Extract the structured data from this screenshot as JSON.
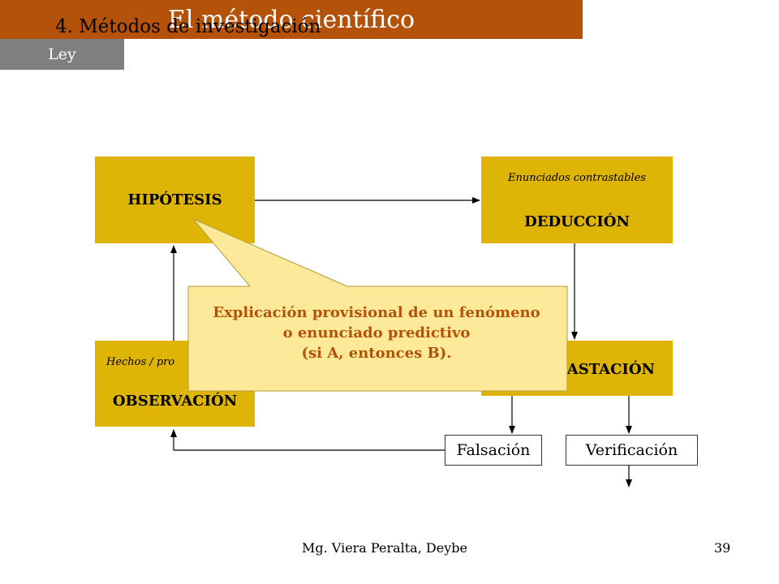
{
  "section_title": "4. Métodos de investigación",
  "banner_title": "El método científico",
  "boxes": {
    "hipotesis": {
      "label": "HIPÓTESIS"
    },
    "deduccion": {
      "label": "DEDUCCIÓN",
      "sublabel": "Enunciados contrastables"
    },
    "observacion": {
      "label": "OBSERVACIÓN",
      "sublabel": "Hechos / pro"
    },
    "contrastacion": {
      "label": "ASTACIÓN"
    }
  },
  "outcomes": {
    "falsacion": "Falsación",
    "verificacion": "Verificación",
    "ley": "Ley"
  },
  "callout": {
    "line1": "Explicación provisional de un fenómeno",
    "line2": "o enunciado predictivo",
    "line3": "(si A, entonces B)."
  },
  "footer": {
    "author": "Mg. Viera Peralta, Deybe",
    "page": "39"
  },
  "colors": {
    "banner": "#b5520a",
    "box": "#deb407",
    "callout_fill": "#fde99a",
    "callout_text": "#b5520a",
    "ley": "#7f7f7f"
  }
}
